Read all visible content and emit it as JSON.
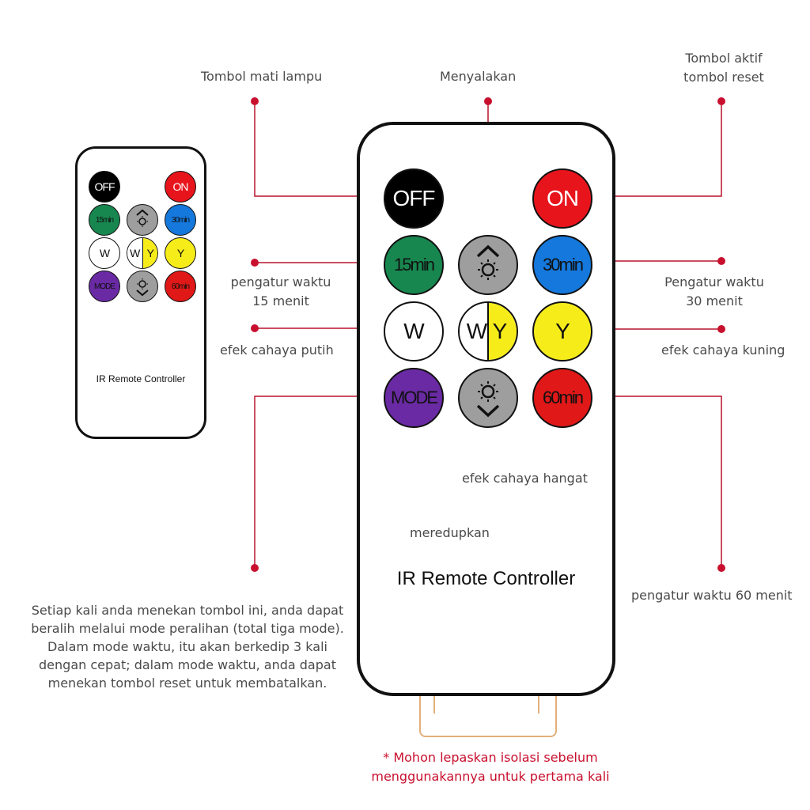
{
  "labels": {
    "off_label": "Tombol mati lampu",
    "up_label": "Menyalakan",
    "on_label_line1": "Tombol aktif",
    "on_label_line2": "tombol reset",
    "timer15_line1": "pengatur waktu",
    "timer15_line2": "15 menit",
    "timer30_line1": "Pengatur waktu",
    "timer30_line2": "30 menit",
    "white_label": "efek cahaya putih",
    "yellow_label": "efek cahaya kuning",
    "warm_label": "efek cahaya hangat",
    "dim_label": "meredupkan",
    "timer60_label": "pengatur waktu 60 menit",
    "mode_description": "Setiap kali anda menekan tombol ini, anda dapat beralih melalui mode peralihan (total tiga mode). Dalam mode waktu, itu akan berkedip 3 kali dengan cepat; dalam mode waktu, anda dapat menekan tombol reset untuk membatalkan.",
    "warning_line1": "*  Mohon lepaskan isolasi sebelum",
    "warning_line2": "menggunakannya untuk pertama kali"
  },
  "remote": {
    "caption": "IR Remote Controller",
    "buttons": {
      "off": "OFF",
      "on": "ON",
      "t15": "15min",
      "t30": "30min",
      "w": "W",
      "wy_w": "W",
      "wy_y": "Y",
      "y": "Y",
      "mode": "MODE",
      "t60": "60min"
    }
  },
  "colors": {
    "off": "#000000",
    "on": "#e8141c",
    "t15": "#17874f",
    "updown": "#9e9e9e",
    "t30": "#1478dc",
    "white": "#ffffff",
    "yellow": "#f6ec1a",
    "mode": "#6a2aa4",
    "t60": "#e01818",
    "leader_line": "#b8132c",
    "tab_outline": "#e2b07a"
  }
}
